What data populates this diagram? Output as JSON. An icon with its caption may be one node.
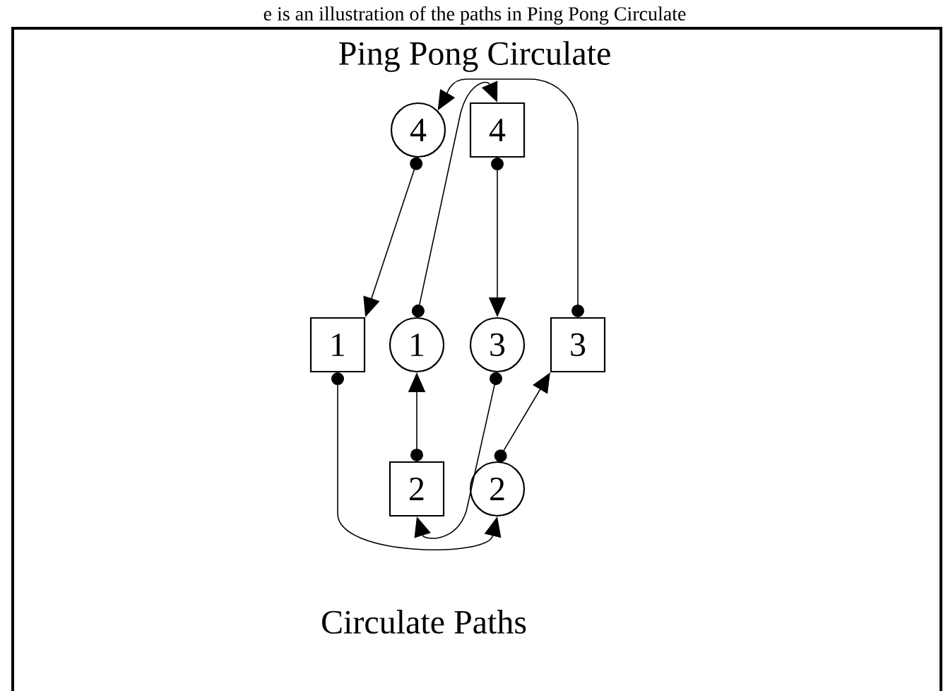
{
  "diagram": {
    "title": "Ping Pong Circulate",
    "caption": "Circulate Paths",
    "nodes": [
      {
        "text": [
          "4"
        ]
      },
      {
        "text": [
          "4"
        ]
      },
      {
        "text": [
          "1"
        ]
      },
      {
        "text": [
          "1"
        ]
      },
      {
        "text": [
          "3"
        ]
      },
      {
        "text": [
          "3"
        ]
      },
      {
        "text": [
          "2"
        ]
      },
      {
        "text": [
          "2"
        ]
      }
    ],
    "edges": [
      {
        "from": 0,
        "to": 2,
        "arrow": "to"
      },
      {
        "from": 1,
        "to": 4,
        "arrow": "to"
      },
      {
        "from": 5,
        "to": 0,
        "arrow": "to"
      },
      {
        "from": 3,
        "to": 1,
        "arrow": "to"
      },
      {
        "from": 6,
        "to": 3,
        "arrow": "to"
      },
      {
        "from": 7,
        "to": 5,
        "arrow": "to"
      },
      {
        "from": 2,
        "to": 7,
        "arrow": "to"
      },
      {
        "from": 4,
        "to": 6,
        "arrow": "to"
      }
    ],
    "labels": [
      "e is an illustration of the paths in Ping Pong Circulate"
    ]
  }
}
